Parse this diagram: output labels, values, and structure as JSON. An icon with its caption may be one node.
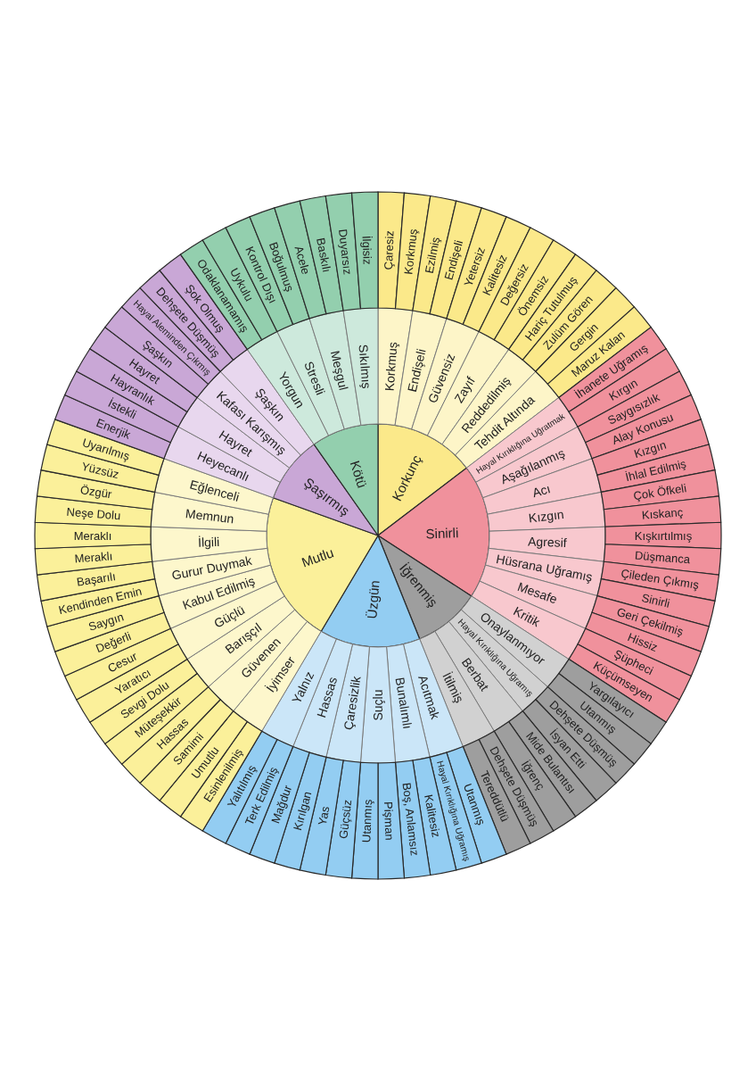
{
  "diagram": {
    "nodes": [
      {
        "text": [
          "Korkunç"
        ]
      },
      {
        "text": [
          "Sinirli"
        ]
      },
      {
        "text": [
          "İğrenmiş"
        ]
      },
      {
        "text": [
          "Üzgün"
        ]
      },
      {
        "text": [
          "Mutlu"
        ]
      },
      {
        "text": [
          "Şaşırmış"
        ]
      },
      {
        "text": [
          "Kötü"
        ]
      },
      {
        "text": [
          "Korkmuş"
        ]
      },
      {
        "text": [
          "Endişeli"
        ]
      },
      {
        "text": [
          "Güvensiz"
        ]
      },
      {
        "text": [
          "Zayıf"
        ]
      },
      {
        "text": [
          "Reddedilmiş"
        ]
      },
      {
        "text": [
          "Tehdit Altında"
        ]
      },
      {
        "text": [
          "Hayal Kırıklığına Uğratmak"
        ]
      },
      {
        "text": [
          "Aşağılanmış"
        ]
      },
      {
        "text": [
          "Acı"
        ]
      },
      {
        "text": [
          "Kızgın"
        ]
      },
      {
        "text": [
          "Agresif"
        ]
      },
      {
        "text": [
          "Hüsrana Uğramış"
        ]
      },
      {
        "text": [
          "Mesafe"
        ]
      },
      {
        "text": [
          "Kritik"
        ]
      },
      {
        "text": [
          "Onaylanmıyor"
        ]
      },
      {
        "text": [
          "Hayal Kırıklığına Uğramış"
        ]
      },
      {
        "text": [
          "Berbat"
        ]
      },
      {
        "text": [
          "İtilmiş"
        ]
      },
      {
        "text": [
          "Acıtmak"
        ]
      },
      {
        "text": [
          "Bunalımlı"
        ]
      },
      {
        "text": [
          "Suçlu"
        ]
      },
      {
        "text": [
          "Çaresizlik"
        ]
      },
      {
        "text": [
          "Hassas"
        ]
      },
      {
        "text": [
          "Yalnız"
        ]
      },
      {
        "text": [
          "İyimser"
        ]
      },
      {
        "text": [
          "Güvenen"
        ]
      },
      {
        "text": [
          "Barışçıl"
        ]
      },
      {
        "text": [
          "Güçlü"
        ]
      },
      {
        "text": [
          "Kabul Edilmiş"
        ]
      },
      {
        "text": [
          "Gurur Duymak"
        ]
      },
      {
        "text": [
          "İlgili"
        ]
      },
      {
        "text": [
          "Memnun"
        ]
      },
      {
        "text": [
          "Eğlenceli"
        ]
      },
      {
        "text": [
          "Heyecanlı"
        ]
      },
      {
        "text": [
          "Hayret"
        ]
      },
      {
        "text": [
          "Kafası Karışmış"
        ]
      },
      {
        "text": [
          "Şaşkın"
        ]
      },
      {
        "text": [
          "Yorgun"
        ]
      },
      {
        "text": [
          "Stresli"
        ]
      },
      {
        "text": [
          "Meşgul"
        ]
      },
      {
        "text": [
          "Sıkılmış"
        ]
      },
      {
        "text": [
          "Çaresiz"
        ]
      },
      {
        "text": [
          "Korkmuş"
        ]
      },
      {
        "text": [
          "Ezilmiş"
        ]
      },
      {
        "text": [
          "Endişeli"
        ]
      },
      {
        "text": [
          "Yetersiz"
        ]
      },
      {
        "text": [
          "Kalitesiz"
        ]
      },
      {
        "text": [
          "Değersiz"
        ]
      },
      {
        "text": [
          "Önemsiz"
        ]
      },
      {
        "text": [
          "Hariç Tutulmuş"
        ]
      },
      {
        "text": [
          "Zulüm Gören"
        ]
      },
      {
        "text": [
          "Gergin"
        ]
      },
      {
        "text": [
          "Maruz Kalan"
        ]
      },
      {
        "text": [
          "İhanete Uğramış"
        ]
      },
      {
        "text": [
          "Kırgın"
        ]
      },
      {
        "text": [
          "Saygısızlık"
        ]
      },
      {
        "text": [
          "Alay Konusu"
        ]
      },
      {
        "text": [
          "Kızgın"
        ]
      },
      {
        "text": [
          "İhlal Edilmiş"
        ]
      },
      {
        "text": [
          "Çok Öfkeli"
        ]
      },
      {
        "text": [
          "Kıskanç"
        ]
      },
      {
        "text": [
          "Kışkırtılmış"
        ]
      },
      {
        "text": [
          "Düşmanca"
        ]
      },
      {
        "text": [
          "Çileden Çıkmış"
        ]
      },
      {
        "text": [
          "Sinirli"
        ]
      },
      {
        "text": [
          "Geri Çekilmiş"
        ]
      },
      {
        "text": [
          "Hissiz"
        ]
      },
      {
        "text": [
          "Şüpheci"
        ]
      },
      {
        "text": [
          "Küçümseyen"
        ]
      },
      {
        "text": [
          "Yargılayıcı"
        ]
      },
      {
        "text": [
          "Utanmış"
        ]
      },
      {
        "text": [
          "Dehşete Düşmüş"
        ]
      },
      {
        "text": [
          "İsyan Etti"
        ]
      },
      {
        "text": [
          "Mide Bulantısı"
        ]
      },
      {
        "text": [
          "İğrenç"
        ]
      },
      {
        "text": [
          "Dehşete Düşmüş"
        ]
      },
      {
        "text": [
          "Tereddütlü"
        ]
      },
      {
        "text": [
          "Utanmış"
        ]
      },
      {
        "text": [
          "Hayal Kırıklığına Uğramış"
        ]
      },
      {
        "text": [
          "Kalitesiz"
        ]
      },
      {
        "text": [
          "Boş, Anlamsız"
        ]
      },
      {
        "text": [
          "Pişman"
        ]
      },
      {
        "text": [
          "Utanmış"
        ]
      },
      {
        "text": [
          "Güçsüz"
        ]
      },
      {
        "text": [
          "Yas"
        ]
      },
      {
        "text": [
          "Kırılgan"
        ]
      },
      {
        "text": [
          "Mağdur"
        ]
      },
      {
        "text": [
          "Terk Edilmiş"
        ]
      },
      {
        "text": [
          "Yalıtılmış"
        ]
      },
      {
        "text": [
          "Esinlenilmiş"
        ]
      },
      {
        "text": [
          "Umutlu"
        ]
      },
      {
        "text": [
          "Samimi"
        ]
      },
      {
        "text": [
          "Hassas"
        ]
      },
      {
        "text": [
          "Müteşekkir"
        ]
      },
      {
        "text": [
          "Sevgi Dolu"
        ]
      },
      {
        "text": [
          "Yaratıcı"
        ]
      },
      {
        "text": [
          "Cesur"
        ]
      },
      {
        "text": [
          "Değerli"
        ]
      },
      {
        "text": [
          "Saygın"
        ]
      },
      {
        "text": [
          "Kendinden Emin"
        ]
      },
      {
        "text": [
          "Başarılı"
        ]
      },
      {
        "text": [
          "Meraklı"
        ]
      },
      {
        "text": [
          "Meraklı"
        ]
      },
      {
        "text": [
          "Neşe Dolu"
        ]
      },
      {
        "text": [
          "Özgür"
        ]
      },
      {
        "text": [
          "Yüzsüz"
        ]
      },
      {
        "text": [
          "Uyarılmış"
        ]
      },
      {
        "text": [
          "Enerjik"
        ]
      },
      {
        "text": [
          "İstekli"
        ]
      },
      {
        "text": [
          "Hayranlık"
        ]
      },
      {
        "text": [
          "Hayret"
        ]
      },
      {
        "text": [
          "Şaşkın"
        ]
      },
      {
        "text": [
          "Hayal Aleminden Çıkmış"
        ]
      },
      {
        "text": [
          "Dehşete Düşmüş"
        ]
      },
      {
        "text": [
          "Şok Olmuş"
        ]
      },
      {
        "text": [
          "Odaklanamamış"
        ]
      },
      {
        "text": [
          "Uykulu"
        ]
      },
      {
        "text": [
          "Kontrol Dışı"
        ]
      },
      {
        "text": [
          "Boğulmuş"
        ]
      },
      {
        "text": [
          "Acele"
        ]
      },
      {
        "text": [
          "Baskılı"
        ]
      },
      {
        "text": [
          "Duyarsız"
        ]
      },
      {
        "text": [
          "İlgisiz"
        ]
      }
    ]
  }
}
